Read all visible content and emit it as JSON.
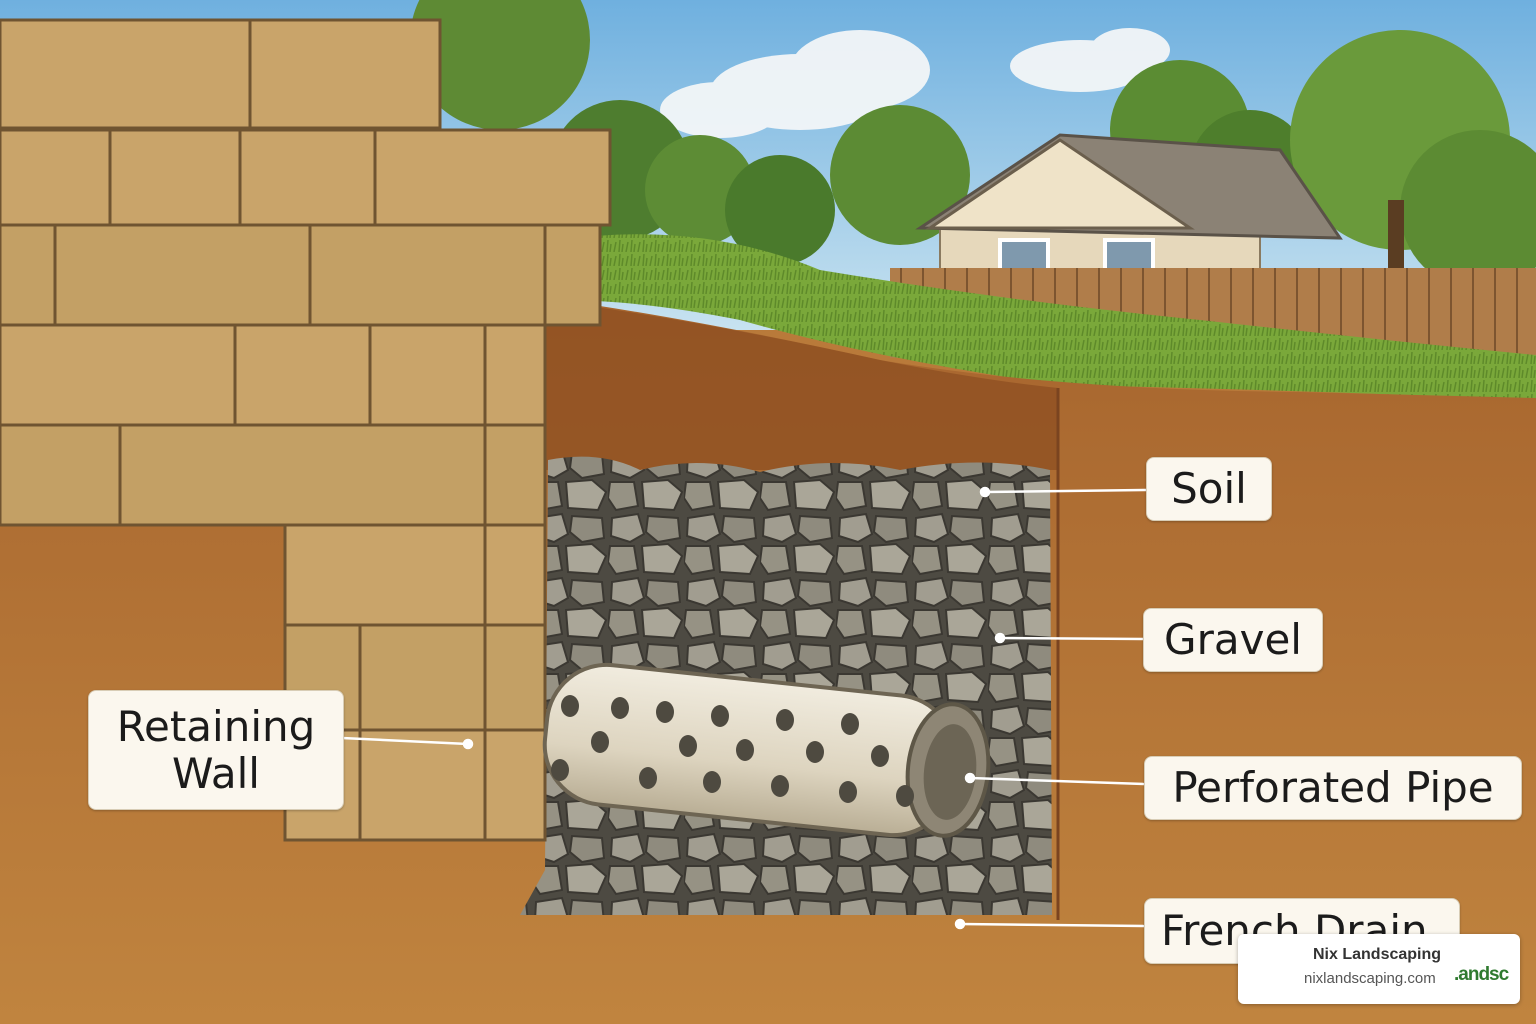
{
  "labels": {
    "soil": "Soil",
    "gravel": "Gravel",
    "perforated_pipe": "Perforated Pipe",
    "french_drain": "French Drain",
    "retaining_wall_line1": "Retaining",
    "retaining_wall_line2": "Wall"
  },
  "watermark": {
    "brand": "Nix Landscaping",
    "url": "nixlandscaping.com",
    "logo_fragment": ".andsc"
  },
  "colors": {
    "sky": "#8ec3e6",
    "grass": "#7aa83a",
    "soil": "#b97a3a",
    "gravel": "#8f8c80",
    "stone": "#c9a46a",
    "pipe": "#e3dccb",
    "label_bg": "#fbf7ee"
  }
}
